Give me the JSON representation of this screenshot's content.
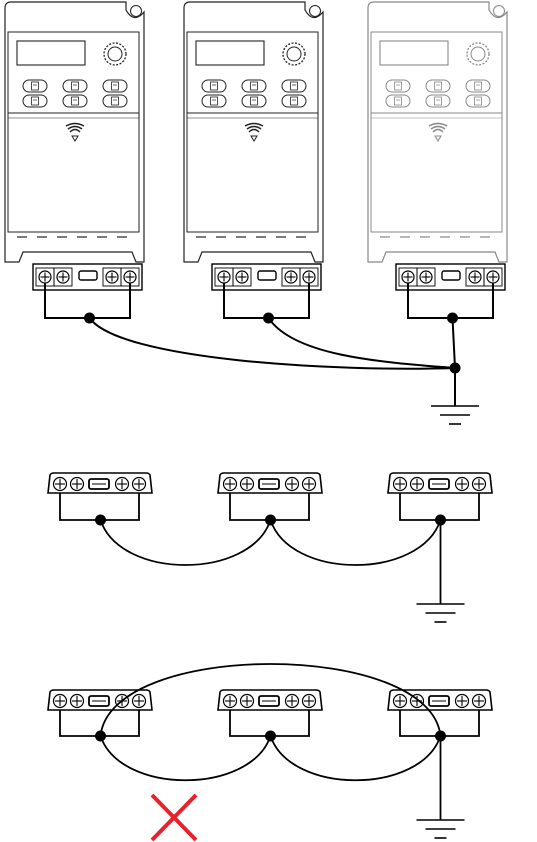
{
  "diagram": {
    "panels": [
      {
        "id": "inverters-with-ground",
        "inverter_count": 3,
        "grounding": "star-to-common-point",
        "valid": true
      },
      {
        "id": "terminal-daisy-chain",
        "block_count": 3,
        "grounding": "daisy-chain",
        "valid": true
      },
      {
        "id": "ground-loop",
        "block_count": 3,
        "grounding": "closed-loop",
        "valid": false
      }
    ],
    "inverter": {
      "keypad_buttons": 6,
      "has_display": true,
      "has_dial": true
    },
    "terminal_block": {
      "ground_terminals": 4,
      "center_bridge": true
    },
    "colors": {
      "line": "#000000",
      "outline": "#222222",
      "faint_outline": "#888888",
      "background": "#ffffff",
      "invalid_mark": "#e8222a"
    },
    "icons": {
      "ground": "ground-symbol-icon",
      "invalid": "red-x-icon",
      "junction": "junction-dot-icon"
    }
  }
}
